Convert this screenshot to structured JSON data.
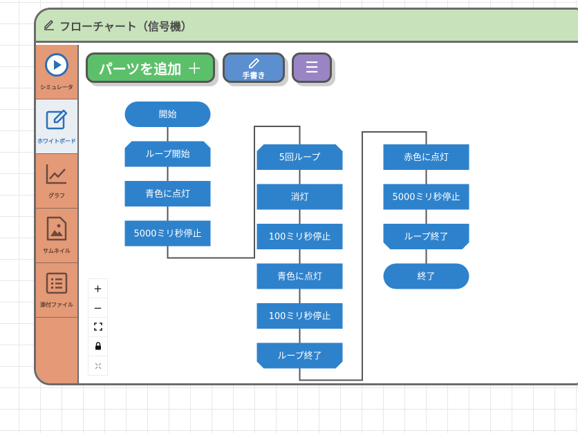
{
  "window": {
    "title": "フローチャート（信号機）",
    "title_icon": "pencil-icon"
  },
  "sidebar": {
    "items": [
      {
        "label": "シミュレータ",
        "icon": "play-circle-icon",
        "active": false
      },
      {
        "label": "ホワイトボード",
        "icon": "edit-board-icon",
        "active": true
      },
      {
        "label": "グラフ",
        "icon": "chart-icon",
        "active": false
      },
      {
        "label": "サムネイル",
        "icon": "image-icon",
        "active": false
      },
      {
        "label": "添付ファイル",
        "icon": "list-icon",
        "active": false
      }
    ]
  },
  "toolbar": {
    "add_label": "パーツを追加",
    "add_symbol": "＋",
    "handwrite_label": "手書き",
    "menu_symbol": "☰",
    "colors": {
      "add": "#5cc06a",
      "handwrite": "#5b8fcf",
      "menu": "#9a85c4"
    }
  },
  "zoom": {
    "zoom_in": "+",
    "zoom_out": "−",
    "fit": "fit-icon",
    "lock": "lock-icon",
    "collapse": "collapse-icon"
  },
  "flowchart": {
    "node_color": "#2e82cc",
    "columns": [
      [
        {
          "shape": "terminal",
          "label": "開始"
        },
        {
          "shape": "loop-start",
          "label": "ループ開始"
        },
        {
          "shape": "process",
          "label": "青色に点灯"
        },
        {
          "shape": "process",
          "label": "5000ミリ秒停止"
        }
      ],
      [
        {
          "shape": "loop-start",
          "label": "5回ループ"
        },
        {
          "shape": "process",
          "label": "消灯"
        },
        {
          "shape": "process",
          "label": "100ミリ秒停止"
        },
        {
          "shape": "process",
          "label": "青色に点灯"
        },
        {
          "shape": "process",
          "label": "100ミリ秒停止"
        },
        {
          "shape": "loop-end",
          "label": "ループ終了"
        }
      ],
      [
        {
          "shape": "process",
          "label": "赤色に点灯"
        },
        {
          "shape": "process",
          "label": "5000ミリ秒停止"
        },
        {
          "shape": "loop-end",
          "label": "ループ終了"
        },
        {
          "shape": "terminal",
          "label": "終了"
        }
      ]
    ]
  }
}
